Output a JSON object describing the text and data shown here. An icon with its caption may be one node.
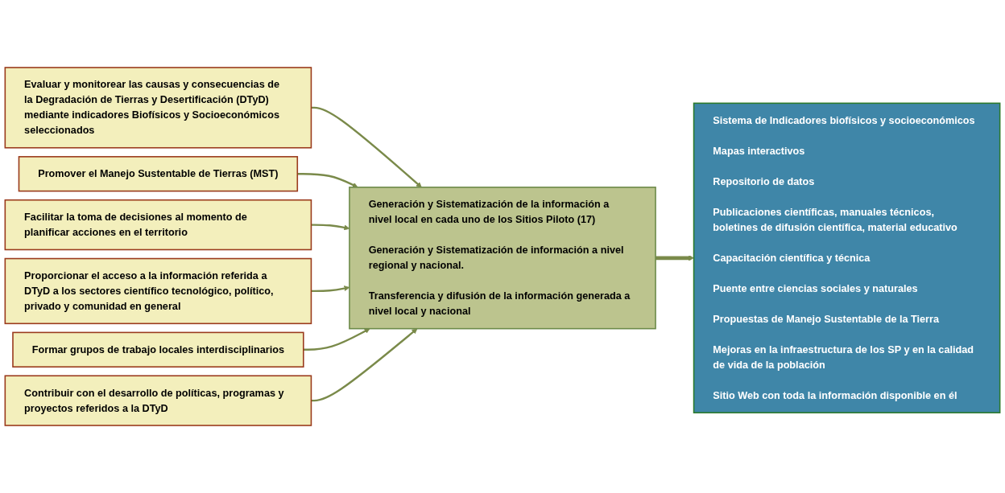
{
  "diagram": {
    "nodes": [
      {
        "text": [
          "Evaluar y monitorear las causas y consecuencias de la Degradación de Tierras y Desertificación (DTyD) mediante indicadores Biofísicos y Socioeconómicos seleccionados"
        ]
      },
      {
        "text": [
          "Promover el Manejo Sustentable de Tierras (MST)"
        ]
      },
      {
        "text": [
          "Facilitar la toma de decisiones al momento de planificar acciones en el territorio"
        ]
      },
      {
        "text": [
          "Proporcionar el acceso a la información referida a DTyD a los sectores científico tecnológico, político, privado y comunidad en general"
        ]
      },
      {
        "text": [
          "Formar grupos de trabajo locales interdisciplinarios"
        ]
      },
      {
        "text": [
          "Contribuir con el desarrollo de políticas, programas y proyectos referidos a la DTyD"
        ]
      },
      {
        "text": [
          "Generación y Sistematización de la información a nivel local en cada uno de los Sitios Piloto (17)",
          "Generación y Sistematización de información a nivel regional y nacional.",
          "Transferencia y difusión de la información generada a nivel local y nacional"
        ]
      },
      {
        "text": [
          "Sistema de Indicadores biofísicos y socioeconómicos",
          "Mapas interactivos",
          "Repositorio de datos",
          "Publicaciones científicas, manuales técnicos, boletines de difusión científica, material educativo",
          "Capacitación científica y técnica",
          "Puente entre ciencias sociales y naturales",
          "Propuestas de Manejo Sustentable de la Tierra",
          "Mejoras en la infraestructura de los SP y en la calidad de vida de la población",
          "Sitio Web con toda la información disponible en él"
        ]
      }
    ],
    "edges": [
      {
        "from": 0,
        "to": 6,
        "arrow": "to"
      },
      {
        "from": 1,
        "to": 6,
        "arrow": "to"
      },
      {
        "from": 2,
        "to": 6,
        "arrow": "to"
      },
      {
        "from": 3,
        "to": 6,
        "arrow": "to"
      },
      {
        "from": 4,
        "to": 6,
        "arrow": "to"
      },
      {
        "from": 5,
        "to": 6,
        "arrow": "to"
      },
      {
        "from": 6,
        "to": 7,
        "arrow": "to",
        "style": "thick"
      }
    ]
  }
}
